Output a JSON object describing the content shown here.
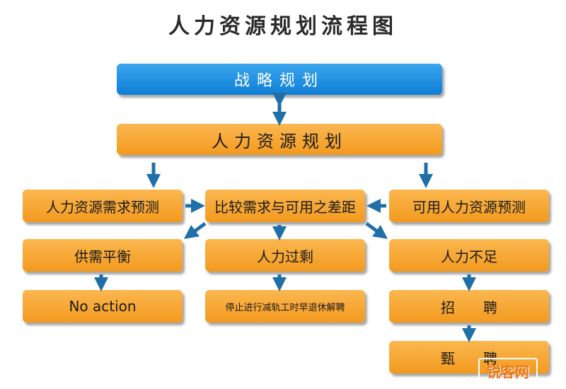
{
  "title": "人力资源规划流程图",
  "nodes": {
    "strategy": "战略规划",
    "hr_planning": "人力资源规划",
    "demand_forecast": "人力资源需求预测",
    "compare": "比较需求与可用之差距",
    "supply_forecast": "可用人力资源预测",
    "balance": "供需平衡",
    "surplus": "人力过剩",
    "shortage": "人力不足",
    "no_action": "No action",
    "surplus_action": "停止进行减轨工时早退休解聘",
    "recruit": "招聘",
    "select": "甄聘"
  },
  "watermark": "锐客网",
  "colors": {
    "blue_box": "#1a8fe0",
    "orange_box": "#f6a530",
    "arrow": "#1f6fa8"
  }
}
